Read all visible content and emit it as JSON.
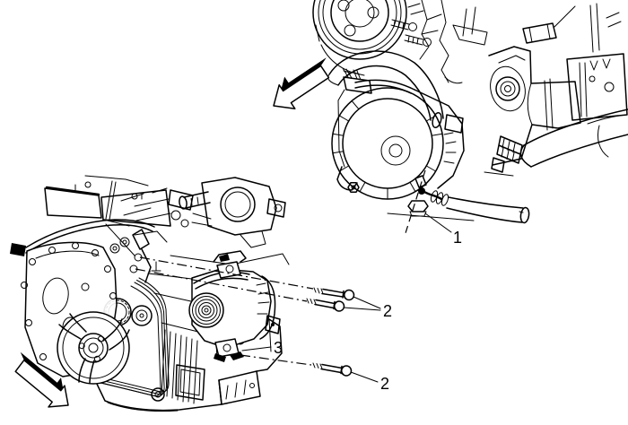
{
  "figure": {
    "kind": "service-manual-line-illustration",
    "colors": {
      "background": "#ffffff",
      "line": "#000000"
    },
    "views": {
      "upper": "generator-installed-view",
      "lower": "generator-removed-engine-view"
    },
    "icons": {
      "upper_direction_arrow": "block-arrow-down-left",
      "lower_direction_arrow": "block-arrow-down-right"
    },
    "callouts": {
      "harness_nut": {
        "label": "1"
      },
      "mount_bolts": {
        "label": "2"
      },
      "generator": {
        "label": "3"
      },
      "lower_bolt": {
        "label": "2"
      }
    }
  }
}
